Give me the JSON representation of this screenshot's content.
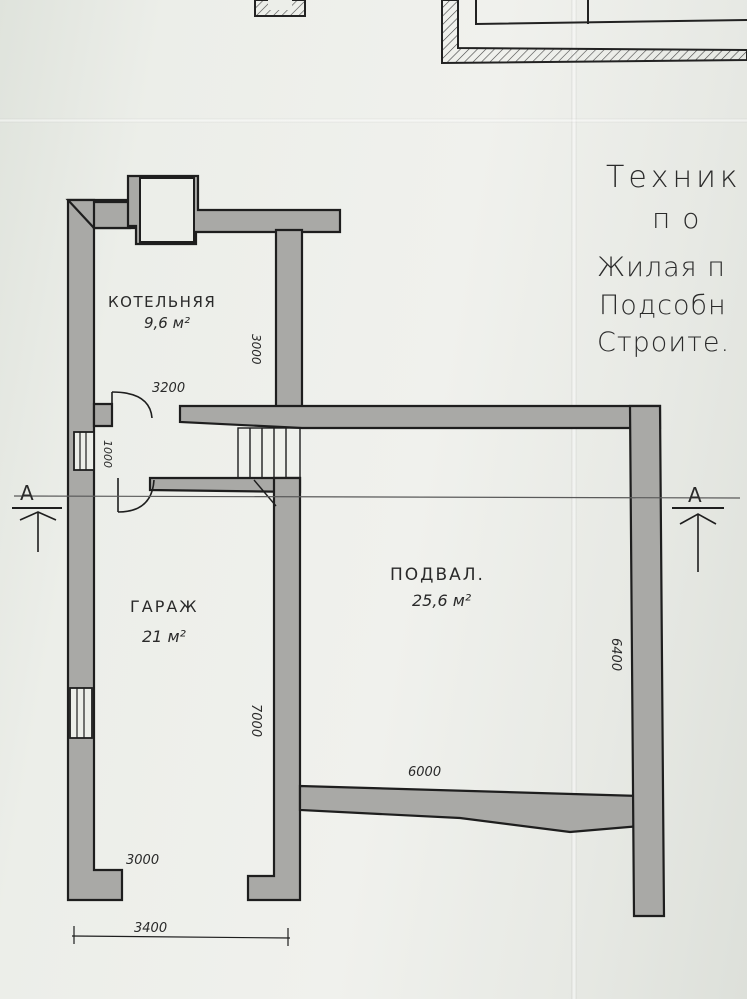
{
  "rooms": {
    "boiler": {
      "name": "КОТЕЛЬНЯЯ",
      "area": "9,6 м²"
    },
    "garage": {
      "name": "ГАРАЖ",
      "area": "21 м²"
    },
    "basement": {
      "name": "ПОДВАЛ.",
      "area": "25,6 м²"
    }
  },
  "dimensions": {
    "boiler_height": "3000",
    "boiler_width": "3200",
    "passage": "1000",
    "garage_height": "7000",
    "garage_inner_width": "3000",
    "garage_outer_width": "3400",
    "basement_width": "6000",
    "basement_height": "6400"
  },
  "section": {
    "left": "А",
    "right": "А"
  },
  "title_block": {
    "line1": "Техник",
    "line2": "по",
    "line3": "Жилая п",
    "line4": "Подсобн",
    "line5": "Строите."
  },
  "colors": {
    "wall": "#a9a9a6",
    "wall_outline": "#1e1e1e",
    "paper": "#eceee9"
  }
}
